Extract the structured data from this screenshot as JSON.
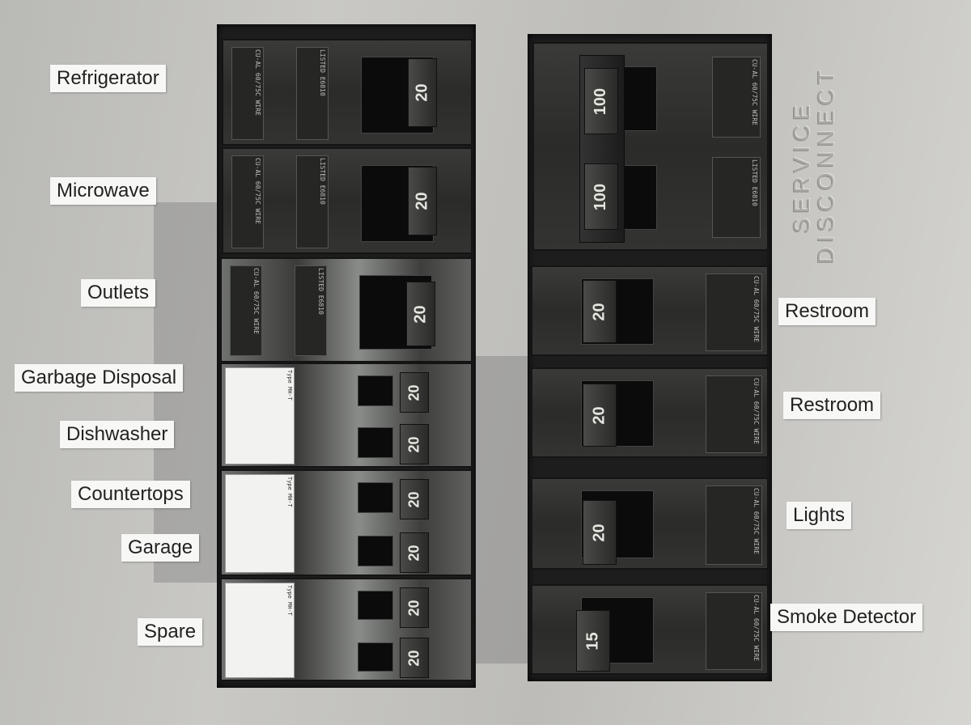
{
  "labels": {
    "refrigerator": "Refrigerator",
    "microwave": "Microwave",
    "outlets": "Outlets",
    "garbage_disposal": "Garbage Disposal",
    "dishwasher": "Dishwasher",
    "countertops": "Countertops",
    "garage": "Garage",
    "spare": "Spare",
    "restroom_1": "Restroom",
    "restroom_2": "Restroom",
    "lights": "Lights",
    "smoke_detector": "Smoke Detector"
  },
  "panel_marking": {
    "line1": "SERVICE",
    "line2": "DISCONNECT"
  },
  "ratings": {
    "refrigerator": "20",
    "microwave": "20",
    "outlets": "20",
    "garbage_disposal": "20",
    "dishwasher": "20",
    "countertops": "20",
    "garage": "20",
    "spare_1": "20",
    "spare_2": "20",
    "main_top": "100",
    "main_bottom": "100",
    "restroom_1": "20",
    "restroom_2": "20",
    "lights": "20",
    "smoke_detector": "15"
  },
  "breaker_print": {
    "wire": "CU-AL 60/75C WIRE",
    "listing": "LISTED E6810",
    "type": "Type MH-T"
  }
}
